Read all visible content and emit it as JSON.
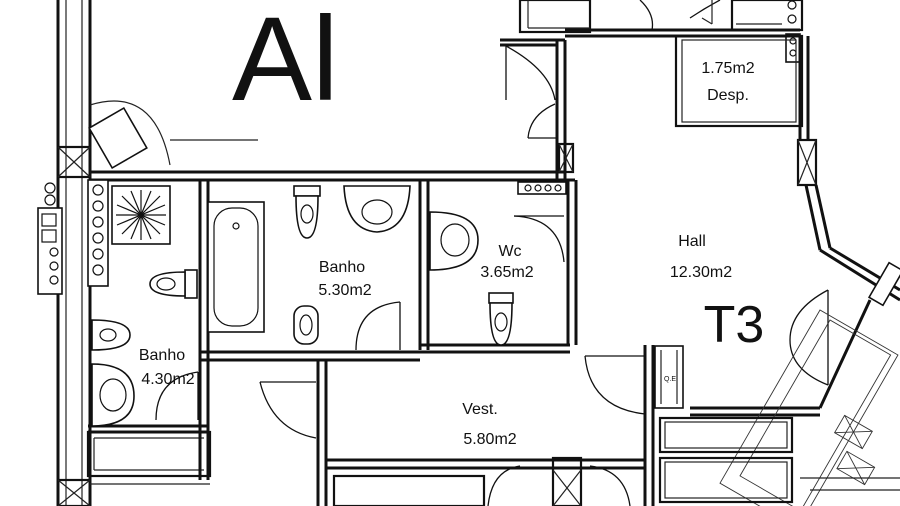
{
  "plan": {
    "block_label": "Al",
    "unit_label": "T3",
    "rooms": [
      {
        "id": "desp",
        "name": "Desp.",
        "area": "1.75m2"
      },
      {
        "id": "hall",
        "name": "Hall",
        "area": "12.30m2"
      },
      {
        "id": "wc",
        "name": "Wc",
        "area": "3.65m2"
      },
      {
        "id": "banho1",
        "name": "Banho",
        "area": "5.30m2"
      },
      {
        "id": "banho2",
        "name": "Banho",
        "area": "4.30m2"
      },
      {
        "id": "vest",
        "name": "Vest.",
        "area": "5.80m2"
      }
    ],
    "small_tag": "Q.E"
  }
}
